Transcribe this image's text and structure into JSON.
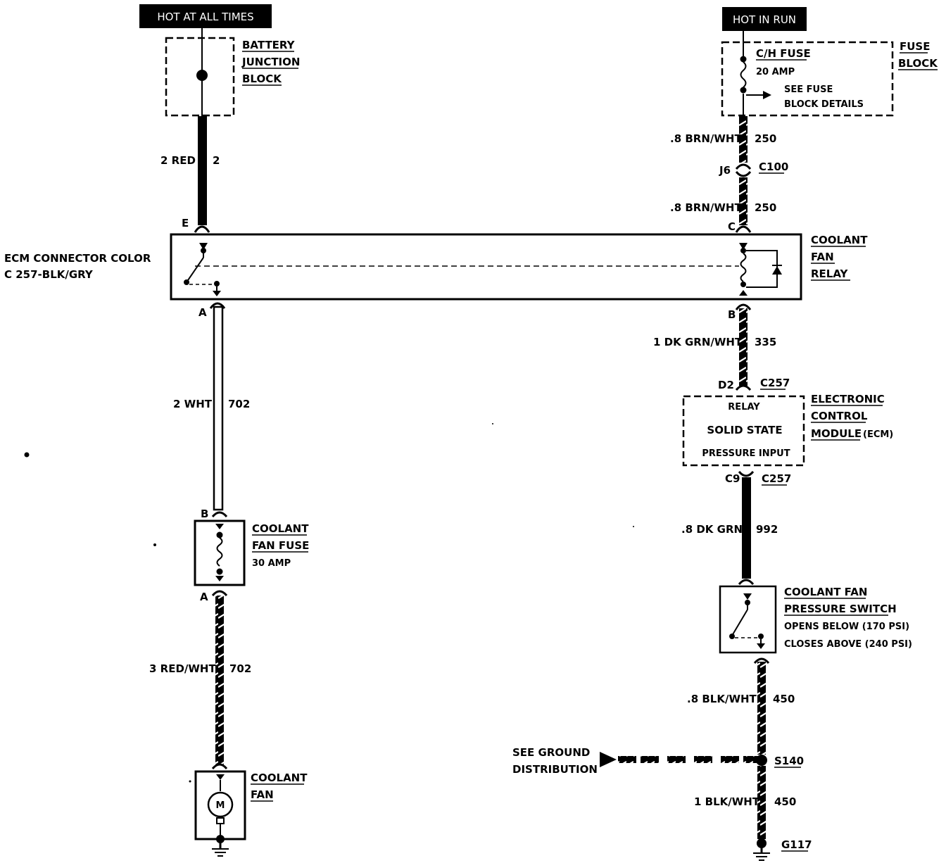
{
  "power": {
    "hot_at_all_times": "HOT AT ALL TIMES",
    "hot_in_run": "HOT IN RUN"
  },
  "battery_junction_block": {
    "line1": "BATTERY",
    "line2": "JUNCTION",
    "line3": "BLOCK"
  },
  "fuse_block": {
    "title_line1": "FUSE",
    "title_line2": "BLOCK",
    "fuse_name": "C/H FUSE",
    "fuse_rating": "20 AMP",
    "details_line1": "SEE FUSE",
    "details_line2": "BLOCK DETAILS"
  },
  "wires": {
    "w2_gauge_color": "2 RED",
    "w2_circuit": "2",
    "w250a_gauge_color": ".8 BRN/WHT",
    "w250a_circuit": "250",
    "w250b_gauge_color": ".8 BRN/WHT",
    "w250b_circuit": "250",
    "w702a_gauge_color": "2 WHT",
    "w702a_circuit": "702",
    "w702b_gauge_color": "3 RED/WHT",
    "w702b_circuit": "702",
    "w335_gauge_color": "1 DK GRN/WHT",
    "w335_circuit": "335",
    "w992_gauge_color": ".8 DK GRN",
    "w992_circuit": "992",
    "w450a_gauge_color": ".8 BLK/WHT",
    "w450a_circuit": "450",
    "w450b_gauge_color": "1 BLK/WHT",
    "w450b_circuit": "450"
  },
  "connectors": {
    "j6": "J6",
    "c100": "C100",
    "pin_e": "E",
    "pin_c": "C",
    "pin_a": "A",
    "pin_b": "B",
    "fuse_pin_b": "B",
    "fuse_pin_a": "A",
    "d2": "D2",
    "c257_top": "C257",
    "c9": "C9",
    "c257_bottom": "C257",
    "s140": "S140",
    "g117": "G117"
  },
  "relay": {
    "ecm_line1": "ECM CONNECTOR COLOR",
    "ecm_line2": "C 257-BLK/GRY",
    "name_line1": "COOLANT",
    "name_line2": "FAN",
    "name_line3": "RELAY"
  },
  "ecm": {
    "inner_line1": "RELAY",
    "inner_line2": "SOLID STATE",
    "inner_line3": "PRESSURE INPUT",
    "name_line1": "ELECTRONIC",
    "name_line2": "CONTROL",
    "name_line3": "MODULE",
    "name_suffix": "(ECM)"
  },
  "coolant_fan_fuse": {
    "line1": "COOLANT",
    "line2": "FAN FUSE",
    "line3": "30 AMP"
  },
  "pressure_switch": {
    "line1": "COOLANT FAN",
    "line2": "PRESSURE SWITCH",
    "line3": "OPENS BELOW (170 PSI)",
    "line4": "CLOSES ABOVE (240 PSI)"
  },
  "ground": {
    "line1": "SEE GROUND",
    "line2": "DISTRIBUTION"
  },
  "coolant_fan": {
    "line1": "COOLANT",
    "line2": "FAN",
    "motor_symbol": "M"
  }
}
